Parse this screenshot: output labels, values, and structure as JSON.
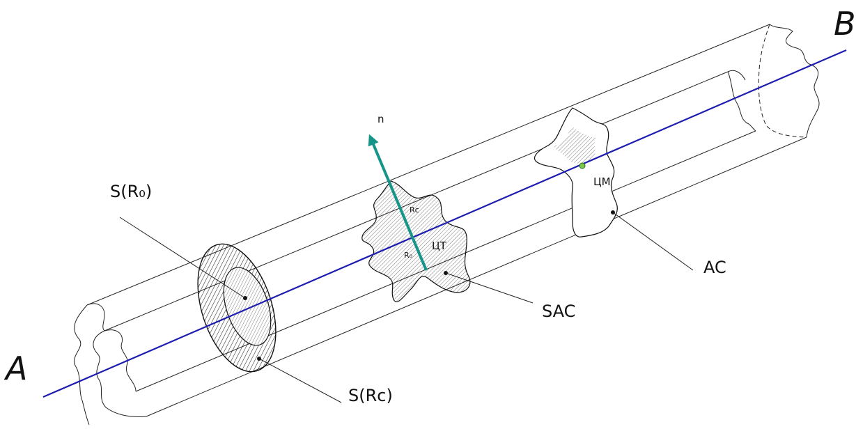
{
  "labels": {
    "point_a": "A",
    "point_b": "B",
    "normal": "n",
    "s_r0": "S(R₀)",
    "s_rc": "S(Rc)",
    "s_ac": "SAC",
    "ac": "AC",
    "cm": "ЦМ",
    "ct": "ЦТ",
    "rc": "Rc",
    "r0": "R₀"
  },
  "colors": {
    "axis": "#1c1cb0",
    "normal_vector": "#15958a",
    "center_dot": "#7cc84a",
    "ink": "#111111"
  }
}
